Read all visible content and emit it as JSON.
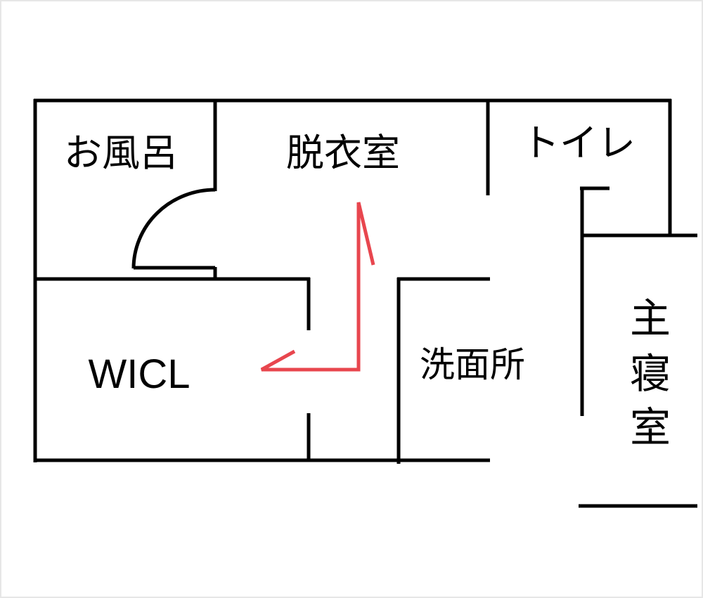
{
  "rooms": {
    "bath": "お風呂",
    "dressing": "脱衣室",
    "toilet": "トイレ",
    "walk_in_closet": "WICL",
    "washroom": "洗面所",
    "master_bedroom_1": "主",
    "master_bedroom_2": "寝",
    "master_bedroom_3": "室"
  },
  "colors": {
    "wall": "#000000",
    "route": "#e8464e",
    "frame": "#e6e6e6",
    "background": "#ffffff"
  }
}
